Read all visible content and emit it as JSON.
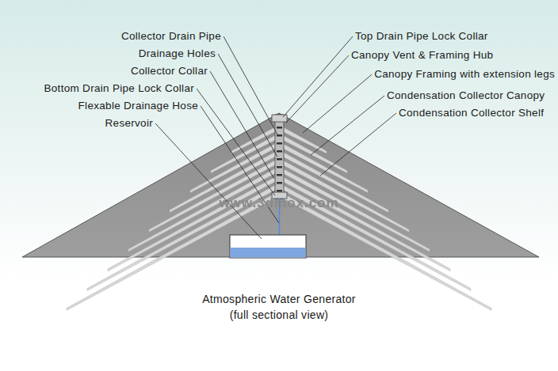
{
  "diagram": {
    "title": "Atmospheric Water Generator",
    "caption": "(full sectional view)",
    "labels": [
      "Collector Drain Pipe",
      "Drainage Holes",
      "Collector Collar",
      "Bottom Drain Pipe Lock Collar",
      "Flexable Drainage Hose",
      "Reservoir",
      "Top Drain Pipe Lock Collar",
      "Canopy Vent & Framing Hub",
      "Canopy Framing with extension legs",
      "Condensation Collector Canopy",
      "Condensation Collector Shelf",
      "www.3dmox.com"
    ]
  }
}
